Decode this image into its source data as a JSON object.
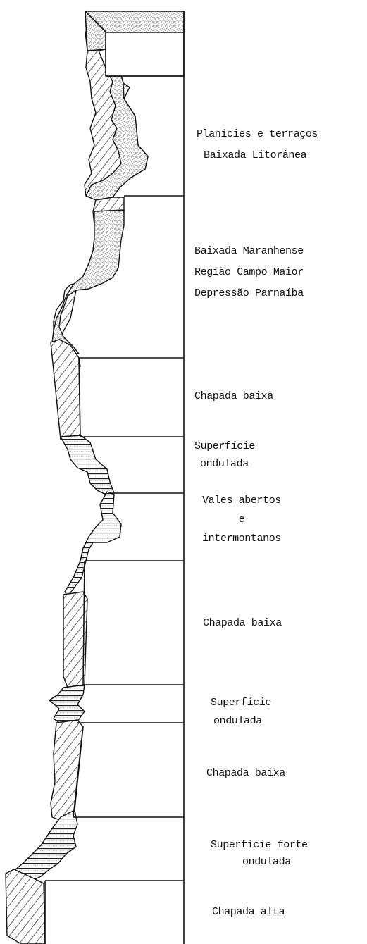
{
  "colors": {
    "ink": "#111111",
    "paper": "#ffffff",
    "stipple": "#3a3a3a"
  },
  "units": [
    {
      "id": "planicies",
      "lines": [
        "Planícies e terraços",
        "Baixada  Litorânea"
      ],
      "pattern": "stipple"
    },
    {
      "id": "baixada",
      "lines": [
        "Baixada Maranhense",
        "Região Campo Maior",
        "Depressão Parnaíba"
      ],
      "pattern": "stipple"
    },
    {
      "id": "chapada-1",
      "lines": [
        "Chapada baixa"
      ],
      "pattern": "hatch"
    },
    {
      "id": "superficie-1",
      "lines": [
        "Superfície",
        "ondulada"
      ],
      "pattern": "bands"
    },
    {
      "id": "vales",
      "lines": [
        "Vales abertos",
        "e",
        "intermontanos"
      ],
      "pattern": "bands"
    },
    {
      "id": "chapada-2",
      "lines": [
        "Chapada baixa"
      ],
      "pattern": "hatch"
    },
    {
      "id": "superficie-2",
      "lines": [
        "Superfície",
        "ondulada"
      ],
      "pattern": "bands"
    },
    {
      "id": "chapada-3",
      "lines": [
        "Chapada baixa"
      ],
      "pattern": "hatch"
    },
    {
      "id": "superficie-3",
      "lines": [
        "Superfície forte",
        "ondulada"
      ],
      "pattern": "bands"
    },
    {
      "id": "chapada-4",
      "lines": [
        "Chapada alta"
      ],
      "pattern": "hatch"
    }
  ]
}
